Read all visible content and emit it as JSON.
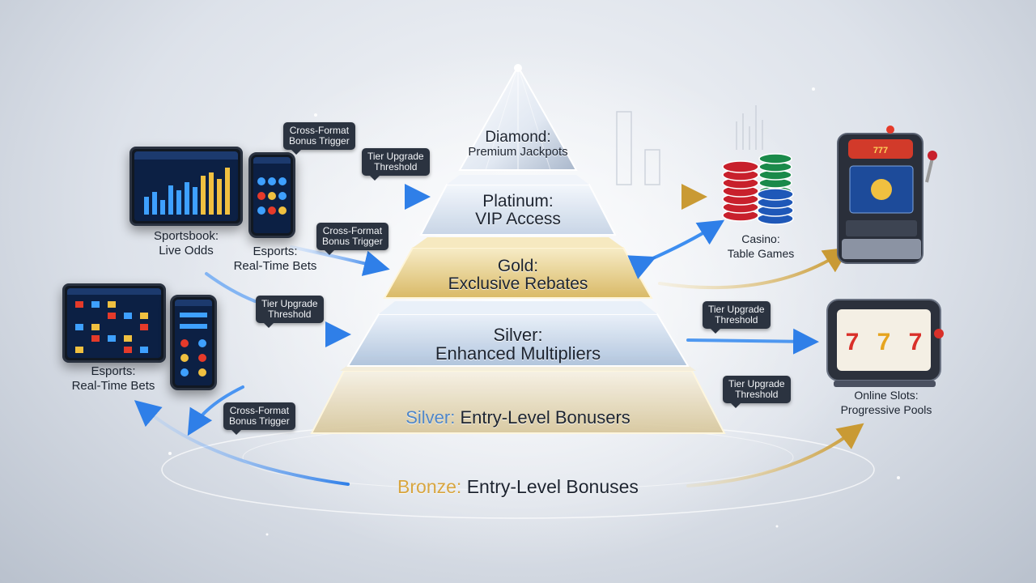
{
  "tiers": [
    {
      "id": "diamond",
      "name": "Diamond:",
      "benefit": "Premium Jackpots"
    },
    {
      "id": "platinum",
      "name": "Platinum:",
      "benefit": "VIP Access"
    },
    {
      "id": "gold",
      "name": "Gold:",
      "benefit": "Exclusive Rebates"
    },
    {
      "id": "silver",
      "name": "Silver:",
      "benefit": "Enhanced Multipliers"
    },
    {
      "id": "silver2",
      "name": "Silver:",
      "benefit": "Entry-Level Bonusers"
    },
    {
      "id": "bronze",
      "name": "Bronze:",
      "benefit": "Entry-Level Bonuses"
    }
  ],
  "callouts": {
    "cross_format_1": [
      "Cross-Format",
      "Bonus Trigger"
    ],
    "tier_upgrade_1": [
      "Tier Upgrade",
      "Threshold"
    ],
    "cross_format_2": [
      "Cross-Format",
      "Bonus Trigger"
    ],
    "tier_upgrade_2": [
      "Tier Upgrade",
      "Threshold"
    ],
    "tier_upgrade_3": [
      "Tier Upgrade",
      "Threshold"
    ],
    "tier_upgrade_4": [
      "Tier Upgrade",
      "Threshold"
    ],
    "cross_format_3": [
      "Cross-Format",
      "Bonus Trigger"
    ]
  },
  "products": {
    "sportsbook": [
      "Sportsbook:",
      "Live Odds"
    ],
    "esports_top": [
      "Esports:",
      "Real-Time Bets"
    ],
    "esports_left": [
      "Esports:",
      "Real-Time Bets"
    ],
    "casino": [
      "Casino:",
      "Table Games"
    ],
    "slots": [
      "Online Slots:",
      "Progressive Pools"
    ]
  },
  "colors": {
    "diamond": "#e9eef6",
    "platinum": "#dfe8f3",
    "gold": "#e6cf8f",
    "silver": "#c9d8ea",
    "entry": "#e8dcc0",
    "blue_arrow": "#3e8ef0",
    "gold_arrow": "#d9b35a",
    "bronze_text": "#d8a640",
    "silver_text": "#4f86c8"
  },
  "icons": [
    "tablet-icon",
    "phone-icon",
    "casino-chips-icon",
    "slot-machine-icon",
    "reel-slot-icon",
    "arrow-icon"
  ]
}
